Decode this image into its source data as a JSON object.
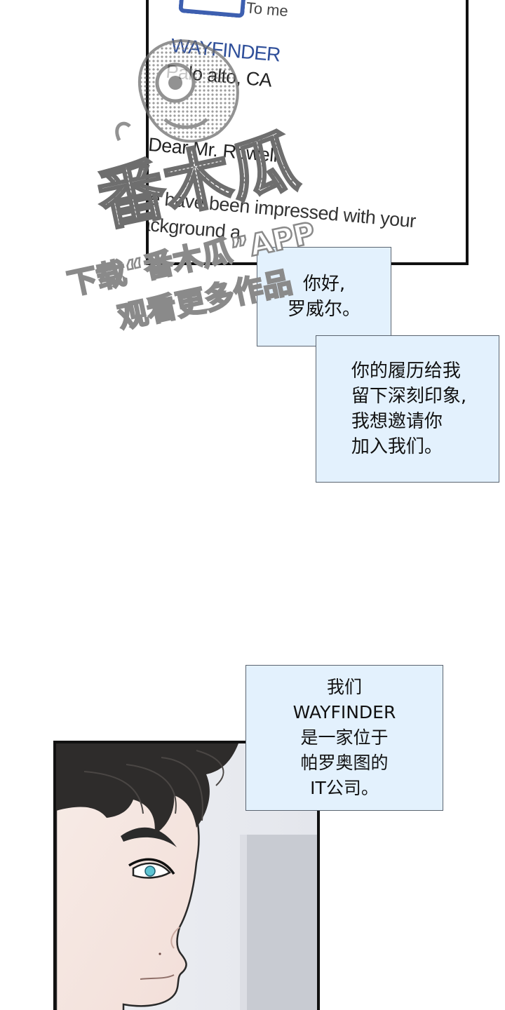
{
  "letter": {
    "to_me": "To me",
    "company_logo": "WAYFINDER",
    "address": "Palo alto, CA",
    "salutation": "Dear Mr. Rowell.",
    "body_line_1": "We have been impressed with your",
    "body_line_2": "background a"
  },
  "dialogue": {
    "bubble_1": "你好,\n罗威尔。",
    "bubble_2": "你的履历给我\n留下深刻印象,\n我想邀请你\n加入我们。",
    "bubble_3": "我们\nWAYFINDER\n是一家位于\n帕罗奥图的\nIT公司。"
  },
  "watermark": {
    "line_1": "番木瓜",
    "line_2": "下载“番木瓜”APP",
    "line_3": "观看更多作品"
  },
  "colors": {
    "bubble_fill": "#e3f1fd",
    "logo_blue": "#2f4f9a",
    "watermark_gray": "#9a9a9a",
    "eye_teal": "#5ec4d2"
  }
}
